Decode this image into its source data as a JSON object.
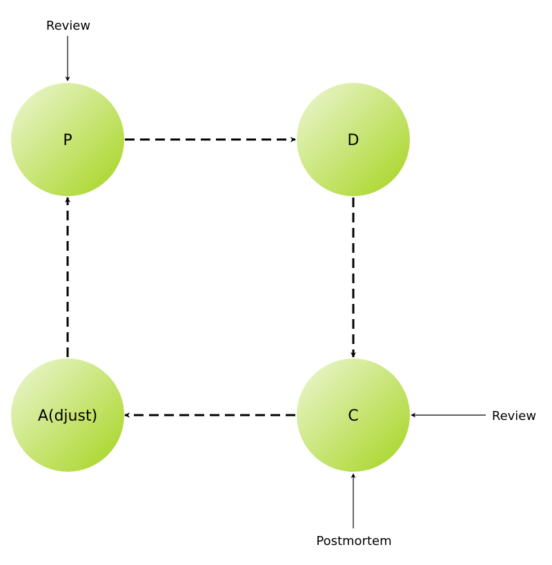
{
  "nodes": {
    "plan": "P",
    "do": "D",
    "check": "C",
    "adjust": "A(djust)"
  },
  "external_inputs": {
    "review_top": "Review",
    "review_right": "Review",
    "postmortem": "Postmortem"
  },
  "colors": {
    "node_light": "#eef7d6",
    "node_dark": "#a5d41e",
    "cycle_edge": "#000000",
    "input_edge": "#000000"
  }
}
